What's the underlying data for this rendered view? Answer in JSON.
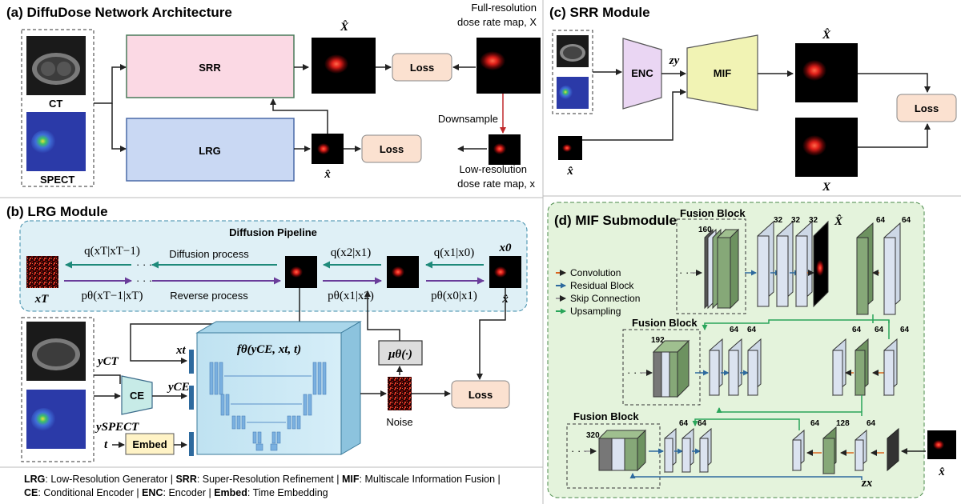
{
  "panel_a": {
    "title": "(a) DiffuDose Network Architecture",
    "ct_label": "CT",
    "spect_label": "SPECT",
    "srr": "SRR",
    "lrg": "LRG",
    "loss1": "Loss",
    "loss2": "Loss",
    "xhat_top": "X̂",
    "xhat_small": "x̂",
    "full_res_line1": "Full-resolution",
    "full_res_line2": "dose rate map, X",
    "downsample": "Downsample",
    "low_res_line1": "Low-resolution",
    "low_res_line2": "dose rate map, x"
  },
  "panel_b": {
    "title": "(b) LRG Module",
    "pipeline_title": "Diffusion Pipeline",
    "q_T": "q(xT|xT−1)",
    "q_2": "q(x2|x1)",
    "q_1": "q(x1|x0)",
    "diffusion_process": "Diffusion process",
    "reverse_process": "Reverse process",
    "p_T": "pθ(xT−1|xT)",
    "p_1": "pθ(x1|x2)",
    "p_0": "pθ(x0|x1)",
    "x_T": "xT",
    "x_0": "x0",
    "xhat": "x̂",
    "y_ct": "yCT",
    "y_spect": "ySPECT",
    "ce": "CE",
    "y_ce": "yCE",
    "t": "t",
    "embed": "Embed",
    "x_t": "xt",
    "f_theta": "fθ(yCE, xt, t)",
    "mu_theta": "μθ(·)",
    "noise": "Noise",
    "loss": "Loss"
  },
  "panel_c": {
    "title": "(c) SRR Module",
    "enc": "ENC",
    "zy": "zy",
    "mif": "MIF",
    "xhat_top": "X̂",
    "x_bottom": "X",
    "xhat_small": "x̂",
    "loss": "Loss"
  },
  "panel_d": {
    "title": "(d) MIF Submodule",
    "fusion_block": "Fusion Block",
    "legend": {
      "convolution": "Convolution",
      "residual": "Residual Block",
      "skip": "Skip Connection",
      "upsampling": "Upsampling"
    },
    "colors": {
      "convolution": "#d9651e",
      "residual": "#2e6a9e",
      "skip": "#9a9a9a",
      "upsampling": "#2aa55a"
    },
    "n160": "160",
    "n32a": "32",
    "n32b": "32",
    "n32c": "32",
    "n64a": "64",
    "n64b": "64",
    "n192": "192",
    "n64c": "64",
    "n64d": "64",
    "n64e": "64",
    "n64f": "64",
    "n64g": "64",
    "n320": "320",
    "n64h": "64",
    "n64i": "64",
    "n64j": "64",
    "n128": "128",
    "n64k": "64",
    "xhat": "X̂",
    "zx": "zx",
    "xhat_small": "x̂"
  },
  "footer": {
    "lrg_abbr": "LRG",
    "lrg_full": ": Low-Resolution Generator | ",
    "srr_abbr": "SRR",
    "srr_full": ": Super-Resolution Refinement | ",
    "mif_abbr": "MIF",
    "mif_full": ": Multiscale Information Fusion |",
    "ce_abbr": "CE",
    "ce_full": ": Conditional Encoder | ",
    "enc_abbr": "ENC",
    "enc_full": ": Encoder | ",
    "embed_abbr": "Embed",
    "embed_full": ": Time Embedding"
  }
}
